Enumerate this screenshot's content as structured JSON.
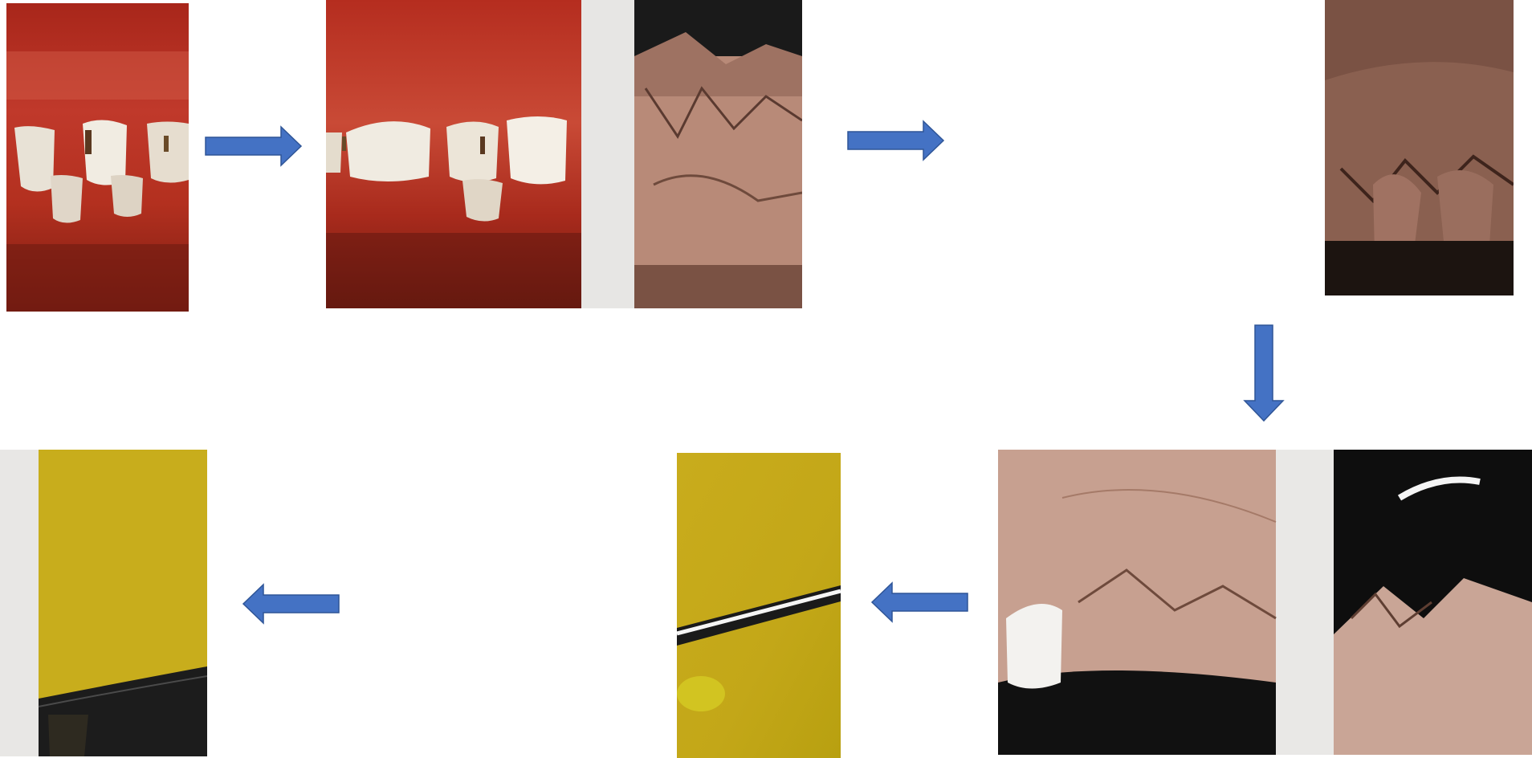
{
  "colors": {
    "arrow_fill": "#4472C4",
    "arrow_stroke": "#2F5597",
    "background": "#FFFFFF"
  },
  "panels": [
    {
      "id": "panel-1",
      "subject": "child-teeth-caries-front"
    },
    {
      "id": "panel-2",
      "subject": "child-teeth-caries-wide"
    },
    {
      "id": "panel-3",
      "subject": "stone-cast-with-divider"
    },
    {
      "id": "panel-4",
      "subject": "stone-cast-dark"
    },
    {
      "id": "panel-5",
      "subject": "stone-cast-with-crown"
    },
    {
      "id": "panel-6",
      "subject": "instrument-on-yellow"
    },
    {
      "id": "panel-7",
      "subject": "yellow-with-dark-object"
    }
  ],
  "arrows": [
    {
      "id": "arrow-1",
      "direction": "right"
    },
    {
      "id": "arrow-2",
      "direction": "right"
    },
    {
      "id": "arrow-3",
      "direction": "down"
    },
    {
      "id": "arrow-4",
      "direction": "left"
    },
    {
      "id": "arrow-5",
      "direction": "left"
    }
  ]
}
